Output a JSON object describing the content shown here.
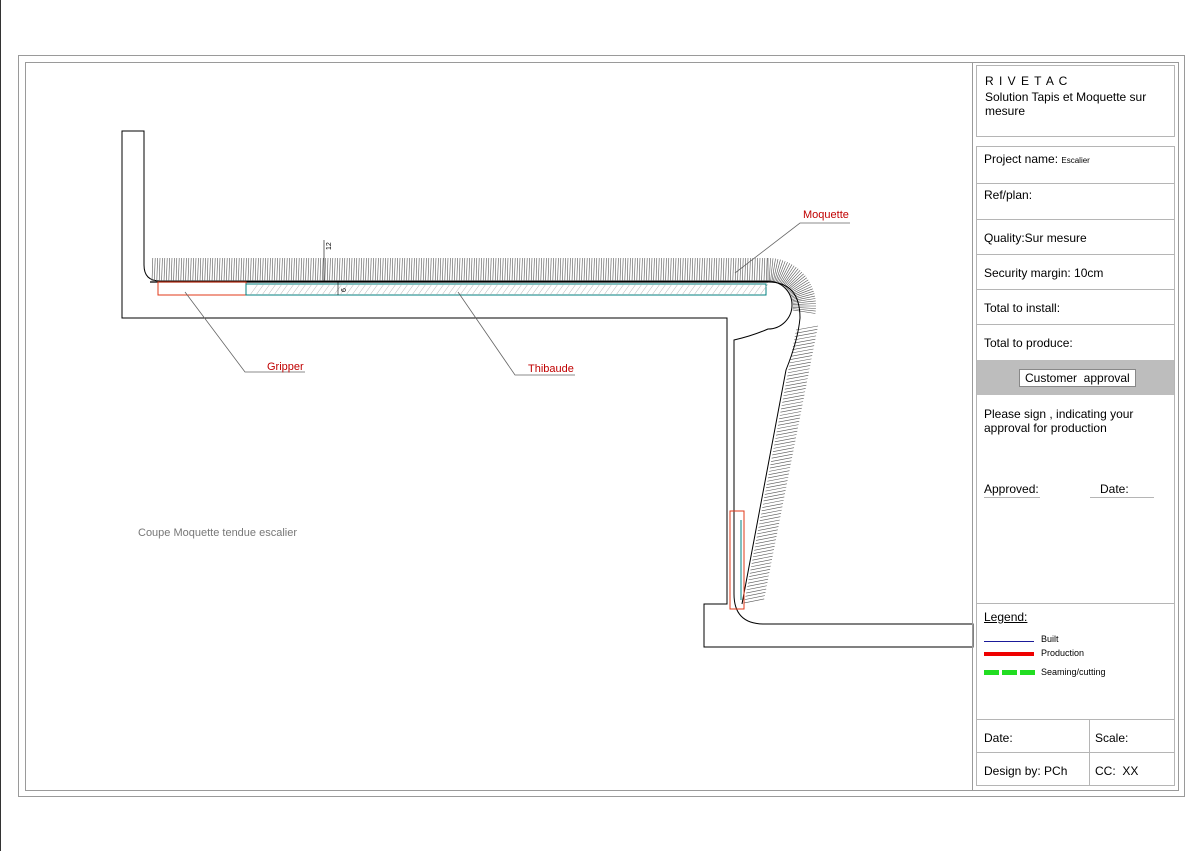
{
  "labels": {
    "moquette": "Moquette",
    "gripper": "Gripper",
    "thibaude": "Thibaude",
    "dim_12": "12",
    "dim_6": "6",
    "caption": "Coupe Moquette tendue escalier"
  },
  "title_block": {
    "company": "R I V E T A C",
    "company_sub": "Solution Tapis et Moquette sur mesure",
    "project_label": "Project name:",
    "project_value": "Escalier",
    "ref": "Ref/plan:",
    "quality": "Quality:Sur mesure",
    "security": "Security margin: 10cm",
    "total_install": "Total to install:",
    "total_produce": "Total to produce:",
    "approval_button": "Customer  approval",
    "sign_text": "Please sign , indicating your approval for production",
    "approved": "Approved:",
    "date_approval": "Date:",
    "legend_title": "Legend:",
    "legend_built": "Built",
    "legend_production": "Production",
    "legend_seaming": "Seaming/cutting",
    "date": "Date:",
    "scale": "Scale:",
    "design": "Design by: PCh",
    "cc": "CC:  XX"
  },
  "colors": {
    "built": "#1a1a99",
    "production": "#ee0000",
    "seaming": "#22dd22",
    "label_red": "#c00000",
    "approval_band": "#bdbdbd",
    "thibaude_teal": "#008080"
  }
}
